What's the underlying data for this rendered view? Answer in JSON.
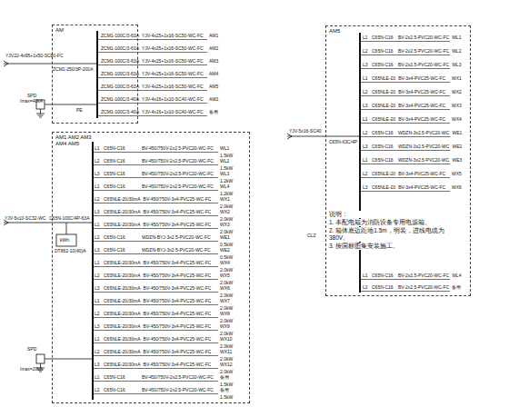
{
  "diagram": {
    "nodes": [
      {
        "text": [
          "AM"
        ]
      },
      {
        "text": [
          "AM1 AM2 AM3 AM4 AM5"
        ]
      },
      {
        "text": [
          "AM5"
        ]
      }
    ],
    "labels": [
      "ZCM1-100C/3-63A",
      "YJV-4x25+1x16-SC50-WC-FC",
      "AM1",
      "ZCM1-100C/3-63A",
      "YJV-4x25+1x16-SC50-WC-FC",
      "AM2",
      "ZCM1-100C/3-63A",
      "YJV-4x25+1x16-SC50-WC-FC",
      "AM3",
      "ZCM1-100C/3-63A",
      "YJV-4x25+1x16-SC50-WC-FC",
      "AM4",
      "ZCM1-100C/3-63A",
      "YJV-4x25+1x16-SC50-WC-FC",
      "AM5",
      "ZCM1-100C/3-40A",
      "YJV-4x16+1x10-SC40-WC-FC",
      "AW1",
      "ZCM1-100C/3-40A",
      "YJV-4x16+1x10-SC40-WC-FC",
      "备用",
      "YJV22-4x95+1x50-SC80-FC",
      "ZCM1-250/3P-200A",
      "SPD",
      "Imax=40kA",
      "PE",
      "L1",
      "C65N-C16",
      "BV-450/750V-2x2.5-PVC20-WC-FC",
      "WL1",
      "1.5kW",
      "L2",
      "C65N-C16",
      "BV-450/750V-2x2.5-PVC20-WC-FC",
      "WL2",
      "1.5kW",
      "L3",
      "C65N-C16",
      "BV-450/750V-2x2.5-PVC20-WC-FC",
      "WL3",
      "1.2kW",
      "L1",
      "C65N-C16",
      "BV-450/750V-2x2.5-PVC20-WC-FC",
      "WL4",
      "1.2kW",
      "L2",
      "C65NLE-20/30mA",
      "BV-450/750V-3x4-PVC25-WC-FC",
      "WX1",
      "2.0kW",
      "L3",
      "C65NLE-20/30mA",
      "BV-450/750V-3x4-PVC25-WC-FC",
      "WX2",
      "2.0kW",
      "L1",
      "C65NLE-20/30mA",
      "BV-450/750V-3x4-PVC25-WC-FC",
      "WX3",
      "2.0kW",
      "L2",
      "C65N-C16",
      "WDZN-BYJ-3x2.5-PVC20-WC-FC",
      "WE1",
      "0.5kW",
      "L3",
      "C65N-C16",
      "WDZN-BYJ-3x2.5-PVC20-WC-FC",
      "WE2",
      "0.5kW",
      "L1",
      "C65NLE-20/30mA",
      "BV-450/750V-3x4-PVC25-WC-FC",
      "WX4",
      "2.0kW",
      "L2",
      "C65NLE-20/30mA",
      "BV-450/750V-3x4-PVC25-WC-FC",
      "WX5",
      "2.0kW",
      "L3",
      "C65NLE-20/30mA",
      "BV-450/750V-3x4-PVC25-WC-FC",
      "WX6",
      "2.0kW",
      "L1",
      "C65NLE-20/30mA",
      "BV-450/750V-3x4-PVC25-WC-FC",
      "WX7",
      "2.0kW",
      "L2",
      "C65NLE-20/30mA",
      "BV-450/750V-3x4-PVC25-WC-FC",
      "WX8",
      "2.0kW",
      "L3",
      "C65NLE-20/30mA",
      "BV-450/750V-3x4-PVC25-WC-FC",
      "WX9",
      "2.0kW",
      "L1",
      "C65NLE-20/30mA",
      "BV-450/750V-3x4-PVC25-WC-FC",
      "WX10",
      "2.0kW",
      "L2",
      "C65NLE-20/30mA",
      "BV-450/750V-3x4-PVC25-WC-FC",
      "WX11",
      "2.0kW",
      "L3",
      "C65NLE-20/30mA",
      "BV-450/750V-3x4-PVC25-WC-FC",
      "WX12",
      "2.0kW",
      "L1",
      "C65N-C16",
      "BV-450/750V-2x2.5-PVC20-WC-FC",
      "备用",
      "1.5kW",
      "L2",
      "C65N-C16",
      "BV-450/750V-2x2.5-PVC20-WC-FC",
      "备用",
      "1.5kW",
      "YJV-5x10-SC32-WC",
      "C65N-100C/4P-63A",
      "kWh",
      "DT862-10(40)A",
      "SPD",
      "Imax=20kA",
      "L1",
      "C65N-C16",
      "BV-2x2.5-PVC20-WC-FC",
      "WL1",
      "L2",
      "C65N-C16",
      "BV-2x2.5-PVC20-WC-FC",
      "WL2",
      "L3",
      "C65N-C16",
      "BV-2x2.5-PVC20-WC-FC",
      "WL3",
      "L1",
      "C65NLE-20",
      "BV-3x4-PVC25-WC-FC",
      "WX1",
      "L2",
      "C65NLE-20",
      "BV-3x4-PVC25-WC-FC",
      "WX2",
      "L3",
      "C65NLE-20",
      "BV-3x4-PVC25-WC-FC",
      "WX3",
      "L1",
      "C65NLE-20",
      "BV-3x4-PVC25-WC-FC",
      "WX4",
      "L2",
      "C65N-C16",
      "WDZN-3x2.5-PVC20-WC",
      "WE1",
      "L3",
      "C65N-C16",
      "WDZN-3x2.5-PVC20-WC",
      "WE2",
      "L1",
      "C65N-C16",
      "WDZN-3x2.5-PVC20-WC",
      "WE3",
      "L2",
      "C65NLE-20",
      "BV-3x4-PVC25-WC-FC",
      "WX5",
      "L3",
      "C65NLE-20",
      "BV-3x4-PVC25-WC-FC",
      "WX6",
      "L1",
      "C65N-C16",
      "BV-2x2.5-PVC20-WC-FC",
      "WL4",
      "L2",
      "C65N-C16",
      "BV-2x2.5-PVC20-WC-FC",
      "备用",
      "YJV-5x16-SC40",
      "C65N-63C/4P",
      "说明：",
      "1. 本配电箱为消防设备专用电源箱。",
      "2. 箱体底边距地1.5m，明装，进线电缆为380V。",
      "3. 按国标图集安装施工。",
      "CLZ"
    ]
  }
}
